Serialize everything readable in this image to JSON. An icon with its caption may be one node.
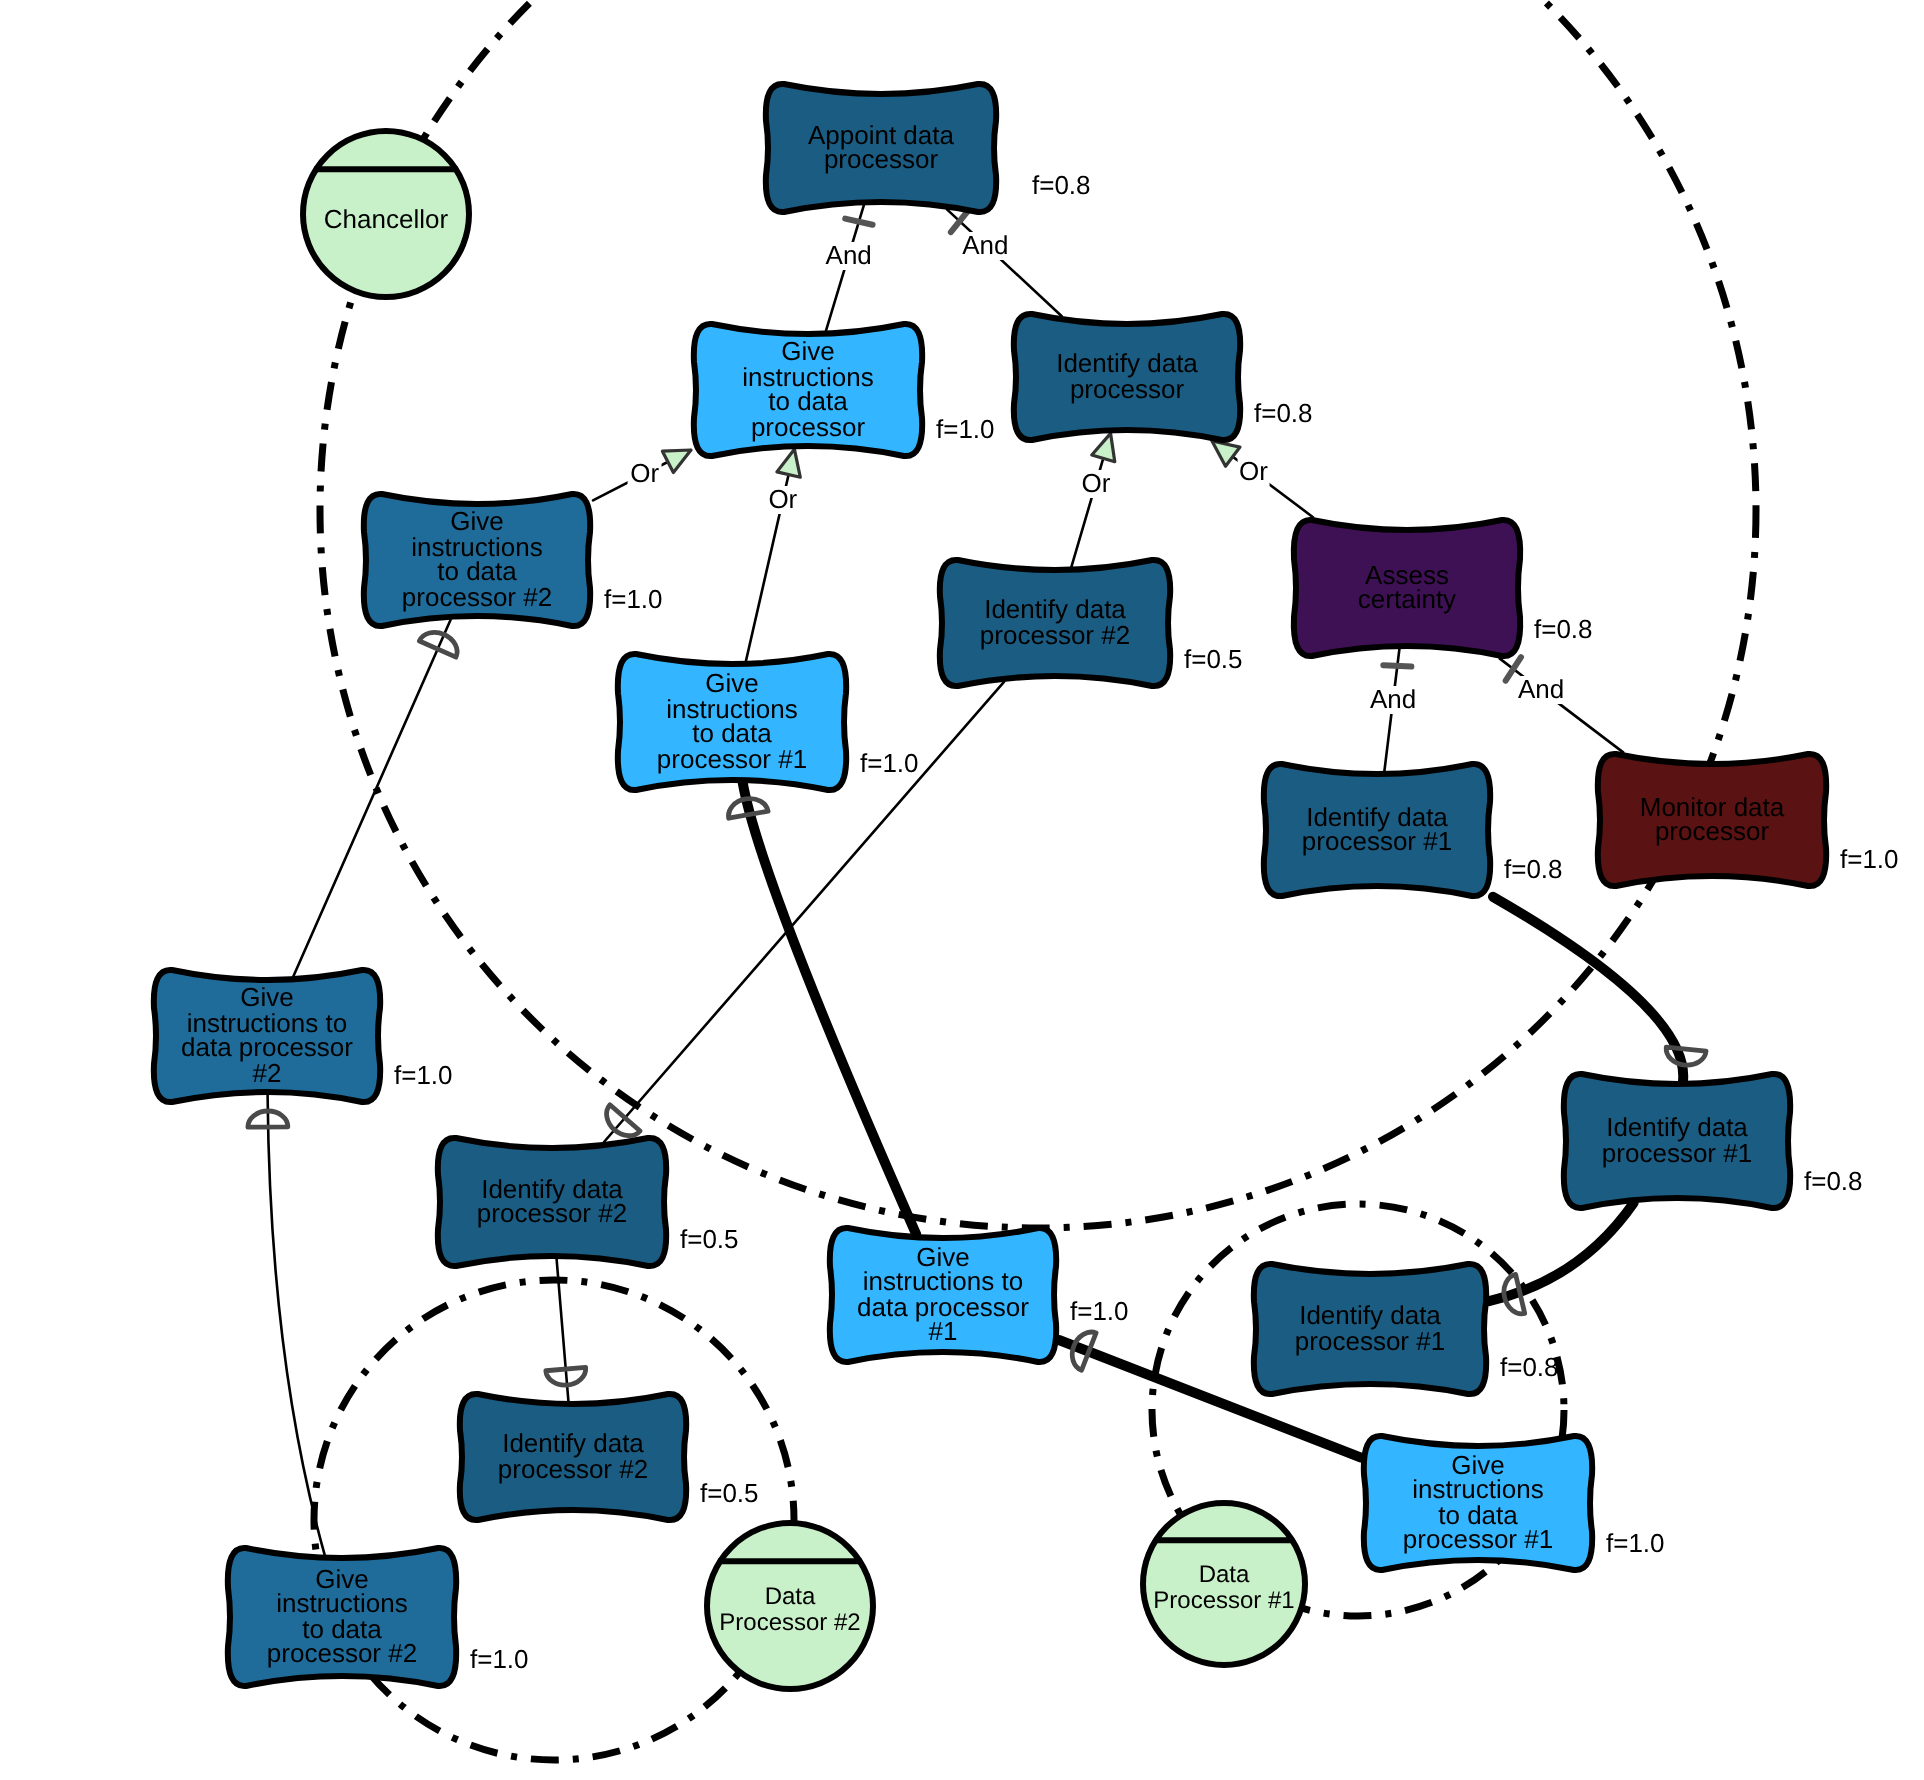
{
  "diagram": {
    "nodes": [
      {
        "text": [],
        "shape": "circle"
      },
      {
        "text": [
          "Chancellor"
        ]
      },
      {
        "text": [
          "Appoint data processor"
        ],
        "beside": [
          "f=0.8"
        ],
        "in": 0
      },
      {
        "text": [
          "Give instructions to data processor"
        ],
        "beside": [
          "f=1.0"
        ],
        "in": 0
      },
      {
        "text": [
          "Identify data processor"
        ],
        "beside": [
          "f=0.8"
        ],
        "in": 0
      },
      {
        "text": [
          "Give instructions to data processor #2"
        ],
        "beside": [
          "f=1.0"
        ],
        "in": 0
      },
      {
        "text": [
          "Give instructions to data processor #1"
        ],
        "beside": [
          "f=1.0"
        ],
        "in": 0
      },
      {
        "text": [
          "Identify data processor #2"
        ],
        "beside": [
          "f=0.5"
        ],
        "in": 0
      },
      {
        "text": [
          "Assess certainty"
        ],
        "beside": [
          "f=0.8"
        ],
        "in": 0
      },
      {
        "text": [
          "Identify data processor #1"
        ],
        "beside": [
          "f=0.8"
        ],
        "in": 0
      },
      {
        "text": [
          "Monitor data processor"
        ],
        "beside": [
          "f=1.0"
        ]
      },
      {
        "text": [
          "Give instructions to data processor #2"
        ],
        "beside": [
          "f=1.0"
        ]
      },
      {
        "text": [
          "Identify data processor #2"
        ],
        "beside": [
          "f=0.5"
        ]
      },
      {
        "text": [
          "Give instructions to data processor #1"
        ],
        "beside": [
          "f=1.0"
        ]
      },
      {
        "text": [
          "Identify data processor #1"
        ],
        "beside": [
          "f=0.8"
        ]
      },
      {
        "text": [],
        "shape": "circle"
      },
      {
        "text": [
          "Identify data processor #2"
        ],
        "beside": [
          "f=0.5"
        ],
        "in": 15
      },
      {
        "text": [
          "Give instructions to data processor #2"
        ],
        "beside": [
          "f=1.0"
        ]
      },
      {
        "text": [
          "Data Processor #2"
        ]
      },
      {
        "text": [],
        "shape": "circle"
      },
      {
        "text": [
          "Identify data processor #1"
        ],
        "beside": [
          "f=0.8"
        ],
        "in": 19
      },
      {
        "text": [
          "Give instructions to data processor #1"
        ],
        "beside": [
          "f=1.0"
        ]
      },
      {
        "text": [
          "Data Processor #1"
        ]
      }
    ],
    "edges": [
      {
        "from": 3,
        "to": 2,
        "arrow": "other",
        "label": "And"
      },
      {
        "from": 4,
        "to": 2,
        "arrow": "other",
        "label": "And"
      },
      {
        "from": 5,
        "to": 3,
        "arrow": "to",
        "label": "Or"
      },
      {
        "from": 6,
        "to": 3,
        "arrow": "to",
        "label": "Or"
      },
      {
        "from": 7,
        "to": 4,
        "arrow": "to",
        "label": "Or"
      },
      {
        "from": 8,
        "to": 4,
        "arrow": "to",
        "label": "Or"
      },
      {
        "from": 9,
        "to": 8,
        "arrow": "other",
        "label": "And"
      },
      {
        "from": 10,
        "to": 8,
        "arrow": "other",
        "label": "And"
      },
      {
        "from": 11,
        "to": 5,
        "arrow": "other"
      },
      {
        "from": 17,
        "to": 11,
        "arrow": "other"
      },
      {
        "from": 13,
        "to": 6,
        "arrow": "other",
        "style": "thick"
      },
      {
        "from": 7,
        "to": 12,
        "arrow": "other"
      },
      {
        "from": 12,
        "to": 16,
        "arrow": "other"
      },
      {
        "from": 9,
        "to": 14,
        "arrow": "other",
        "style": "thick"
      },
      {
        "from": 14,
        "to": 20,
        "arrow": "other",
        "style": "thick"
      },
      {
        "from": 21,
        "to": 13,
        "arrow": "other",
        "style": "thick"
      }
    ]
  }
}
